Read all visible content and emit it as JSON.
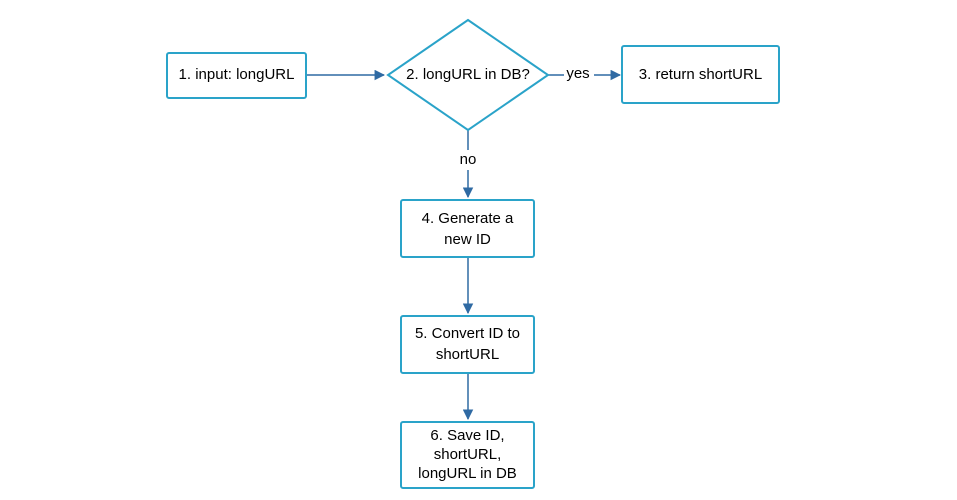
{
  "nodes": {
    "input": {
      "lines": [
        "1. input: longURL"
      ]
    },
    "check": {
      "lines": [
        "2. longURL in DB?"
      ]
    },
    "return": {
      "lines": [
        "3. return shortURL"
      ]
    },
    "generate": {
      "lines": [
        "4. Generate a",
        "new ID"
      ]
    },
    "convert": {
      "lines": [
        "5. Convert ID to",
        "shortURL"
      ]
    },
    "save": {
      "lines": [
        "6. Save ID,",
        "shortURL,",
        "longURL in DB"
      ]
    }
  },
  "edges": {
    "yes_label": "yes",
    "no_label": "no"
  },
  "colors": {
    "node_border": "#2aa3c9",
    "edge": "#2f6aa3"
  }
}
